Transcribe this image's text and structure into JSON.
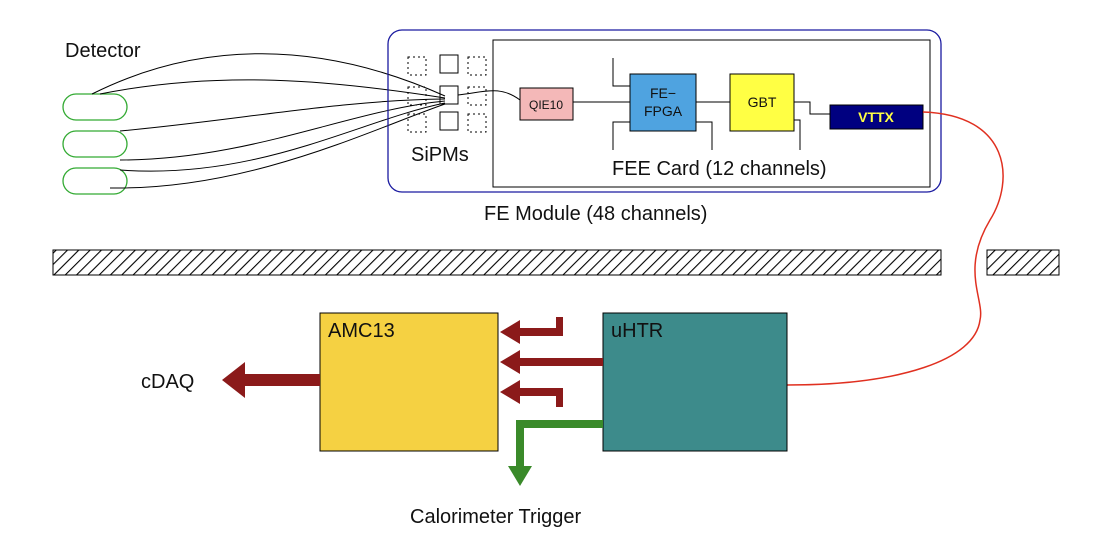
{
  "detector": {
    "label": "Detector"
  },
  "sipms": {
    "label": "SiPMs"
  },
  "fe_module": {
    "label": "FE Module (48 channels)"
  },
  "fee_card": {
    "label": "FEE Card (12 channels)",
    "qie_label": "QIE10",
    "fpga_label_line1": "FE−",
    "fpga_label_line2": "FPGA",
    "gbt_label": "GBT",
    "vttx_label": "VTTX"
  },
  "backend": {
    "amc13_label": "AMC13",
    "uhtr_label": "uHTR",
    "cdaq_label": "cDAQ",
    "trigger_label": "Calorimeter Trigger"
  },
  "colors": {
    "qie": "#f4b8b8",
    "gbt": "#ffff44",
    "vttx": "#000080",
    "vttx_text": "#ffff44",
    "amc13": "#f5d142",
    "uhtr": "#3d8b8b",
    "daq_arrow": "#8b1a1a",
    "trigger_arrow": "#3a8a2a",
    "fiber": "#e03020",
    "detector_outline": "#33aa33",
    "fe_module_border": "#1a1aa0"
  }
}
